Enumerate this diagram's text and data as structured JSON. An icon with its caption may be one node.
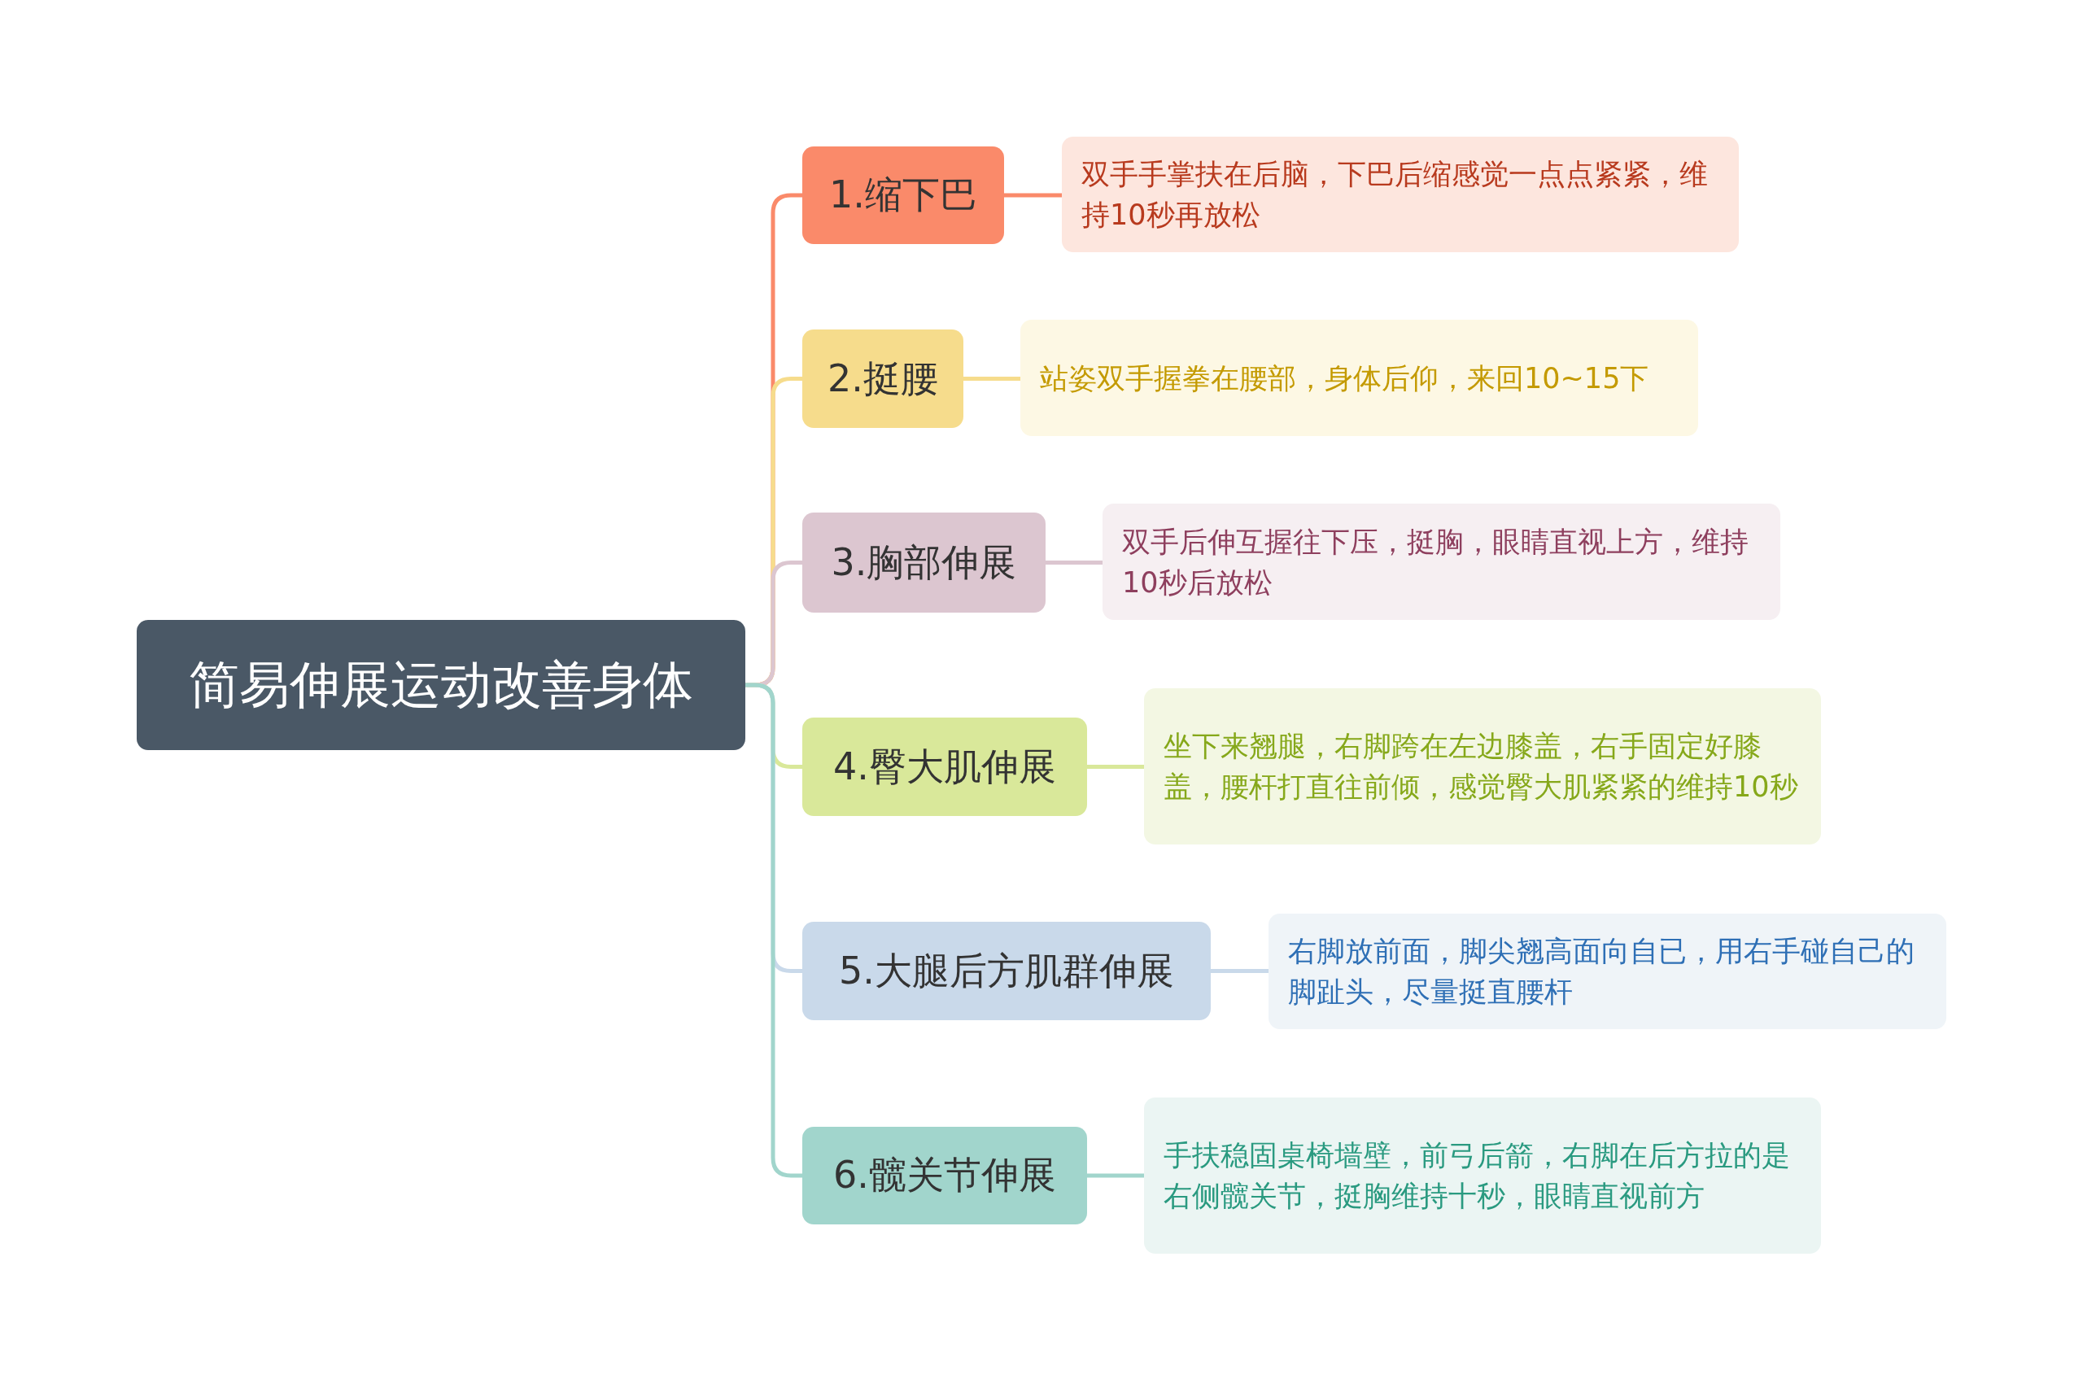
{
  "diagram": {
    "nodes": [
      {
        "text": [
          "简易伸展运动改善身体"
        ]
      },
      {
        "text": [
          "1.缩下巴"
        ]
      },
      {
        "text": [
          "双手手掌扶在后脑，下巴后缩感觉一点点紧紧，维持10秒再放松"
        ]
      },
      {
        "text": [
          "2.挺腰"
        ]
      },
      {
        "text": [
          "站姿双手握拳在腰部，身体后仰，来回10~15下"
        ]
      },
      {
        "text": [
          "3.胸部伸展"
        ]
      },
      {
        "text": [
          "双手后伸互握往下压，挺胸，眼睛直视上方，维持10秒后放松"
        ]
      },
      {
        "text": [
          "4.臀大肌伸展"
        ]
      },
      {
        "text": [
          "坐下来翘腿，右脚跨在左边膝盖，右手固定好膝盖，腰杆打直往前倾，感觉臀大肌紧紧的维持10秒"
        ]
      },
      {
        "text": [
          "5.大腿后方肌群伸展"
        ]
      },
      {
        "text": [
          "右脚放前面，脚尖翘高面向自已，用右手碰自己的脚趾头，尽量挺直腰杆"
        ]
      },
      {
        "text": [
          "6.髋关节伸展"
        ]
      },
      {
        "text": [
          "手扶稳固桌椅墙壁，前弓后箭，右脚在后方拉的是右侧髋关节，挺胸维持十秒，眼睛直视前方"
        ]
      }
    ],
    "edges": [
      {
        "from": 0,
        "to": 1,
        "arrow": "none",
        "color": "#fa8a6a"
      },
      {
        "from": 1,
        "to": 2,
        "arrow": "none",
        "color": "#fa8a6a"
      },
      {
        "from": 0,
        "to": 3,
        "arrow": "none",
        "color": "#f6dc8c"
      },
      {
        "from": 3,
        "to": 4,
        "arrow": "none",
        "color": "#f6dc8c"
      },
      {
        "from": 0,
        "to": 5,
        "arrow": "none",
        "color": "#dcc6d0"
      },
      {
        "from": 5,
        "to": 6,
        "arrow": "none",
        "color": "#dcc6d0"
      },
      {
        "from": 0,
        "to": 7,
        "arrow": "none",
        "color": "#d9e89a"
      },
      {
        "from": 7,
        "to": 8,
        "arrow": "none",
        "color": "#d9e89a"
      },
      {
        "from": 0,
        "to": 9,
        "arrow": "none",
        "color": "#c9d9ea"
      },
      {
        "from": 9,
        "to": 10,
        "arrow": "none",
        "color": "#c9d9ea"
      },
      {
        "from": 0,
        "to": 11,
        "arrow": "none",
        "color": "#a1d5cc"
      },
      {
        "from": 11,
        "to": 12,
        "arrow": "none",
        "color": "#a1d5cc"
      }
    ]
  }
}
